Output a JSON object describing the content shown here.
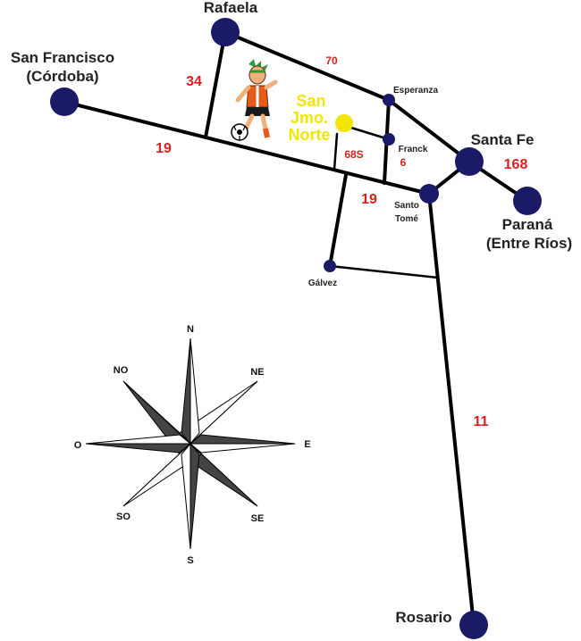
{
  "map": {
    "cities": {
      "rafaela": "Rafaela",
      "san_francisco_1": "San Francisco",
      "san_francisco_2": "(Córdoba)",
      "santa_fe": "Santa Fe",
      "parana_1": "Paraná",
      "parana_2": "(Entre Ríos)",
      "rosario": "Rosario"
    },
    "towns": {
      "esperanza": "Esperanza",
      "franck": "Franck",
      "santo_tome_1": "Santo",
      "santo_tome_2": "Tomé",
      "galvez": "Gálvez"
    },
    "highlight": {
      "line1": "San",
      "line2": "Jmo.",
      "line3": "Norte",
      "color": "#f2e600"
    },
    "routes": {
      "r70": "70",
      "r34": "34",
      "r19_west": "19",
      "r19_east": "19",
      "r68s": "68S",
      "r6": "6",
      "r168": "168",
      "r11": "11"
    },
    "colors": {
      "city_dot": "#1a1a66",
      "route_label": "#dd1f1f",
      "road": "#000000"
    }
  },
  "compass": {
    "n": "N",
    "ne": "NE",
    "e": "E",
    "se": "SE",
    "s": "S",
    "so": "SO",
    "o": "O",
    "no": "NO"
  },
  "mascot": {
    "icon": "soccer-player-mascot-icon"
  }
}
